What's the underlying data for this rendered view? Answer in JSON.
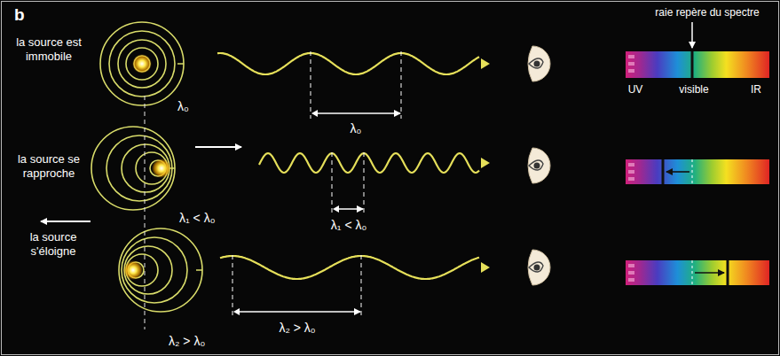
{
  "diagram": {
    "labels": [
      "b",
      "la source est immobile",
      "λ₀",
      "λ₀",
      "raie repère du spectre",
      "UV",
      "visible",
      "IR",
      "la source se rapproche",
      "λ₁ < λ₀",
      "λ₁ < λ₀",
      "la source s'éloigne",
      "λ₂ > λ₀",
      "λ₂ > λ₀"
    ]
  }
}
